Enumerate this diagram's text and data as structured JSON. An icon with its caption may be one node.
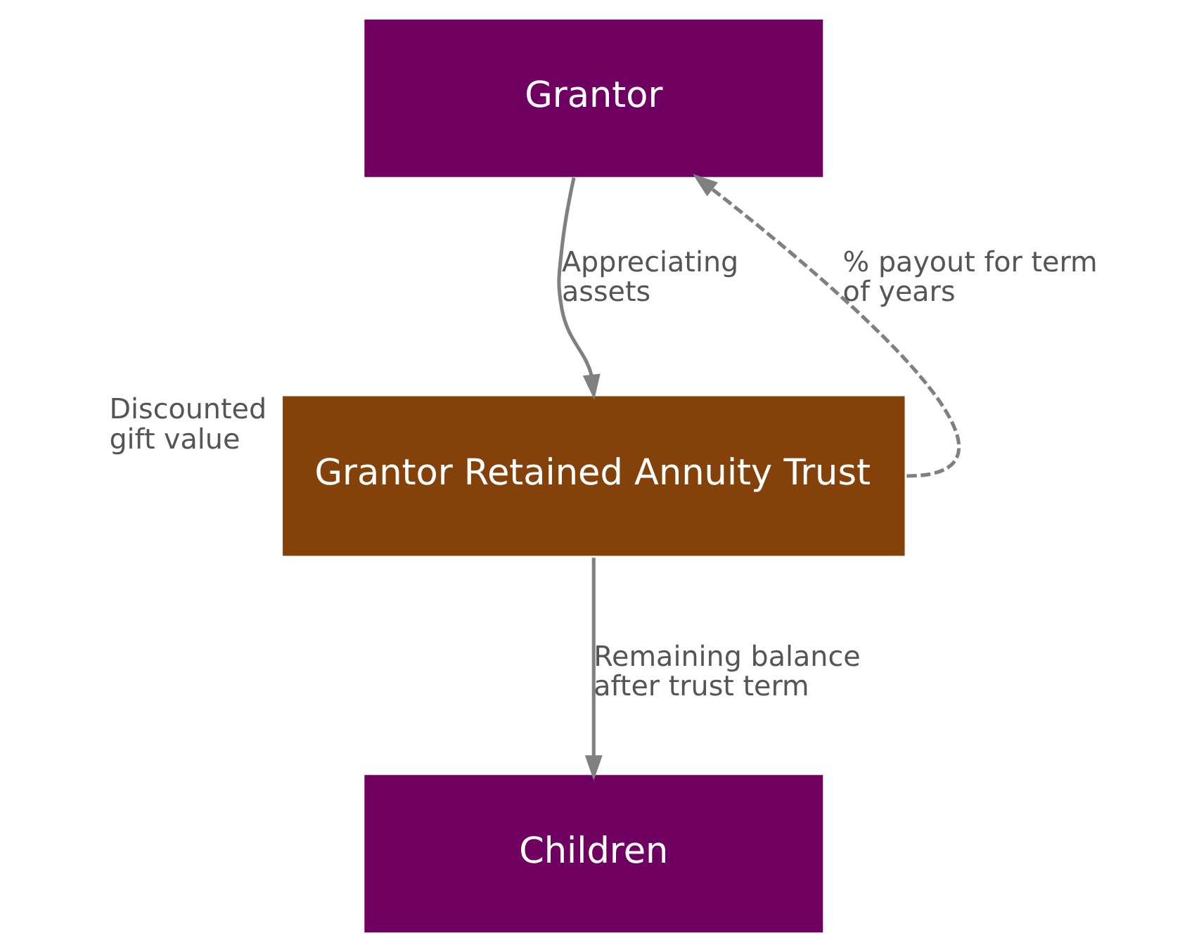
{
  "diagram": {
    "nodes": [
      {
        "text": [
          "Grantor"
        ]
      },
      {
        "text": [
          "Grantor Retained Annuity Trust"
        ],
        "beside": [
          "Discounted gift value"
        ]
      },
      {
        "text": [
          "Children"
        ]
      }
    ],
    "edges": [
      {
        "from": 0,
        "to": 1,
        "arrow": "to",
        "label": "Appreciating assets"
      },
      {
        "from": 1,
        "to": 0,
        "arrow": "to",
        "label": "% payout for term of years",
        "style": "dashed"
      },
      {
        "from": 1,
        "to": 2,
        "arrow": "to",
        "label": "Remaining balance after trust term"
      }
    ]
  }
}
